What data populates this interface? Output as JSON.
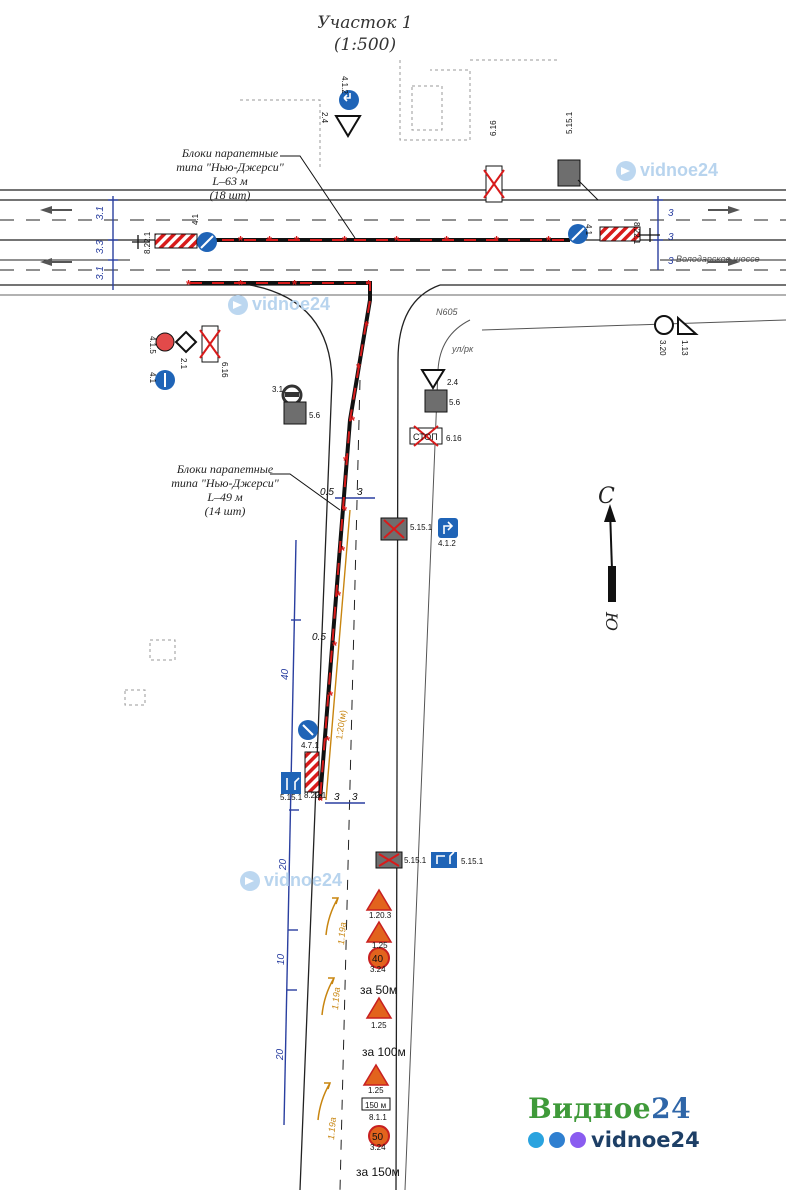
{
  "title": {
    "line1": "Участок 1",
    "line2": "(1:500)"
  },
  "notes": {
    "barrier_top": [
      "Блоки парапетные",
      "типа \"Нью-Джерси\"",
      "L–63 м",
      "(18 шт)"
    ],
    "barrier_side": [
      "Блоки парапетные",
      "типа \"Нью-Джерси\"",
      "L–49 м",
      "(14 шт)"
    ]
  },
  "labels": {
    "street": "Володарское шоссе",
    "n605": "N605",
    "street_note": "ул/рк",
    "dist_50": "за 50м",
    "dist_100": "за 100м",
    "dist_150": "за 150м",
    "plate_150": "150 м",
    "dims": {
      "d31a": "3.1",
      "d33": "3.3",
      "d31b": "3.1",
      "r3a": "3",
      "r3b": "3",
      "r3c": "3",
      "w05a": "0.5",
      "w3a": "3",
      "w05b": "0.5",
      "w3b": "3",
      "w3c": "3",
      "v40": "40",
      "v20a": "20",
      "v10": "10",
      "v20b": "20"
    },
    "taper": "1:20(м)",
    "marking": "1.19а"
  },
  "signs": {
    "s4_1_2_top": "4.1.2",
    "s2_4_top": "2.4",
    "s6_16_top": "6.16",
    "s5_15_1_top": "5.15.1",
    "s8_22_1_left": "8.22.1",
    "s4_1_left": "4.1",
    "s4_1_right": "4.1",
    "s8_22_1_right": "8.22.1",
    "s6_16_left": "6.16",
    "s2_1": "2.1",
    "s4_1_5": "4.1.5",
    "s4_1_b": "4.1",
    "s3_1": "3.1",
    "s5_6_a": "5.6",
    "s2_4_b": "2.4",
    "s5_6_b": "5.6",
    "s6_16_b": "6.16",
    "s3_20": "3.20",
    "s1_13": "1.13",
    "s5_15_1_c": "5.15.1",
    "s4_1_2_c": "4.1.2",
    "s4_7_1": "4.7.1",
    "s5_15_1_d": "5.15.1",
    "s8_22_1_d": "8.22.1",
    "s5_15_1_e": "5.15.1",
    "s5_15_1_f": "5.15.1",
    "s1_20_3": "1.20.3",
    "s1_25_a": "1.25",
    "s3_24_a": "3.24",
    "s1_25_b": "1.25",
    "s1_25_c": "1.25",
    "s8_1_1": "8.1.1",
    "s3_24_b": "3.24",
    "stop_text": "СТОП",
    "speed_40": "40",
    "speed_50": "50"
  },
  "compass": {
    "north": "С",
    "south": "Ю"
  },
  "watermark": {
    "text": "vidnoe24"
  },
  "brand": {
    "name": "Видное",
    "num": "24",
    "handle": "vidnoe24"
  },
  "colors": {
    "barrier": "#d81b1b",
    "sign_blue": "#1f64b7",
    "warn_orange": "#e2631d",
    "dim_blue": "#2a3fa0",
    "road_line": "#222222",
    "marking_orange": "#c8850f",
    "brand_green": "#3f9a3a"
  }
}
